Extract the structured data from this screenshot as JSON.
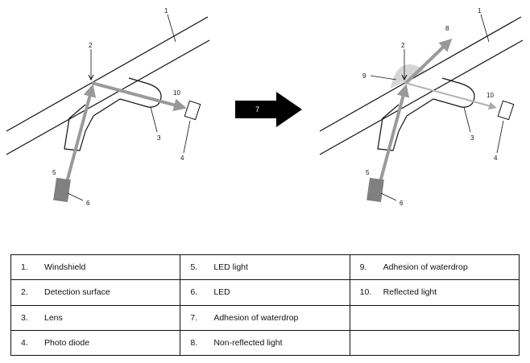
{
  "labels": {
    "left": {
      "windshield": "1",
      "detection": "2",
      "lens": "3",
      "photodiode": "4",
      "led_light": "5",
      "led": "6",
      "reflected": "10"
    },
    "arrow": "7",
    "right": {
      "windshield": "1",
      "detection": "2",
      "lens": "3",
      "photodiode": "4",
      "led_light": "5",
      "led": "6",
      "nonreflected": "8",
      "waterdrop": "9",
      "reflected": "10"
    }
  },
  "legend": [
    [
      {
        "num": "1.",
        "text": "Windshield"
      },
      {
        "num": "5.",
        "text": "LED light"
      },
      {
        "num": "9.",
        "text": "Adhesion of waterdrop"
      }
    ],
    [
      {
        "num": "2.",
        "text": "Detection surface"
      },
      {
        "num": "6.",
        "text": "LED"
      },
      {
        "num": "10.",
        "text": "Reflected light"
      }
    ],
    [
      {
        "num": "3.",
        "text": "Lens"
      },
      {
        "num": "7.",
        "text": "Adhesion of waterdrop"
      },
      {
        "num": "",
        "text": ""
      }
    ],
    [
      {
        "num": "4.",
        "text": "Photo diode"
      },
      {
        "num": "8.",
        "text": "Non-reflected light"
      },
      {
        "num": "",
        "text": ""
      }
    ]
  ],
  "colors": {
    "beam": "#9a9a9a",
    "led": "#808080",
    "waterdrop": "#d6d6d6",
    "arrow": "#000000"
  }
}
